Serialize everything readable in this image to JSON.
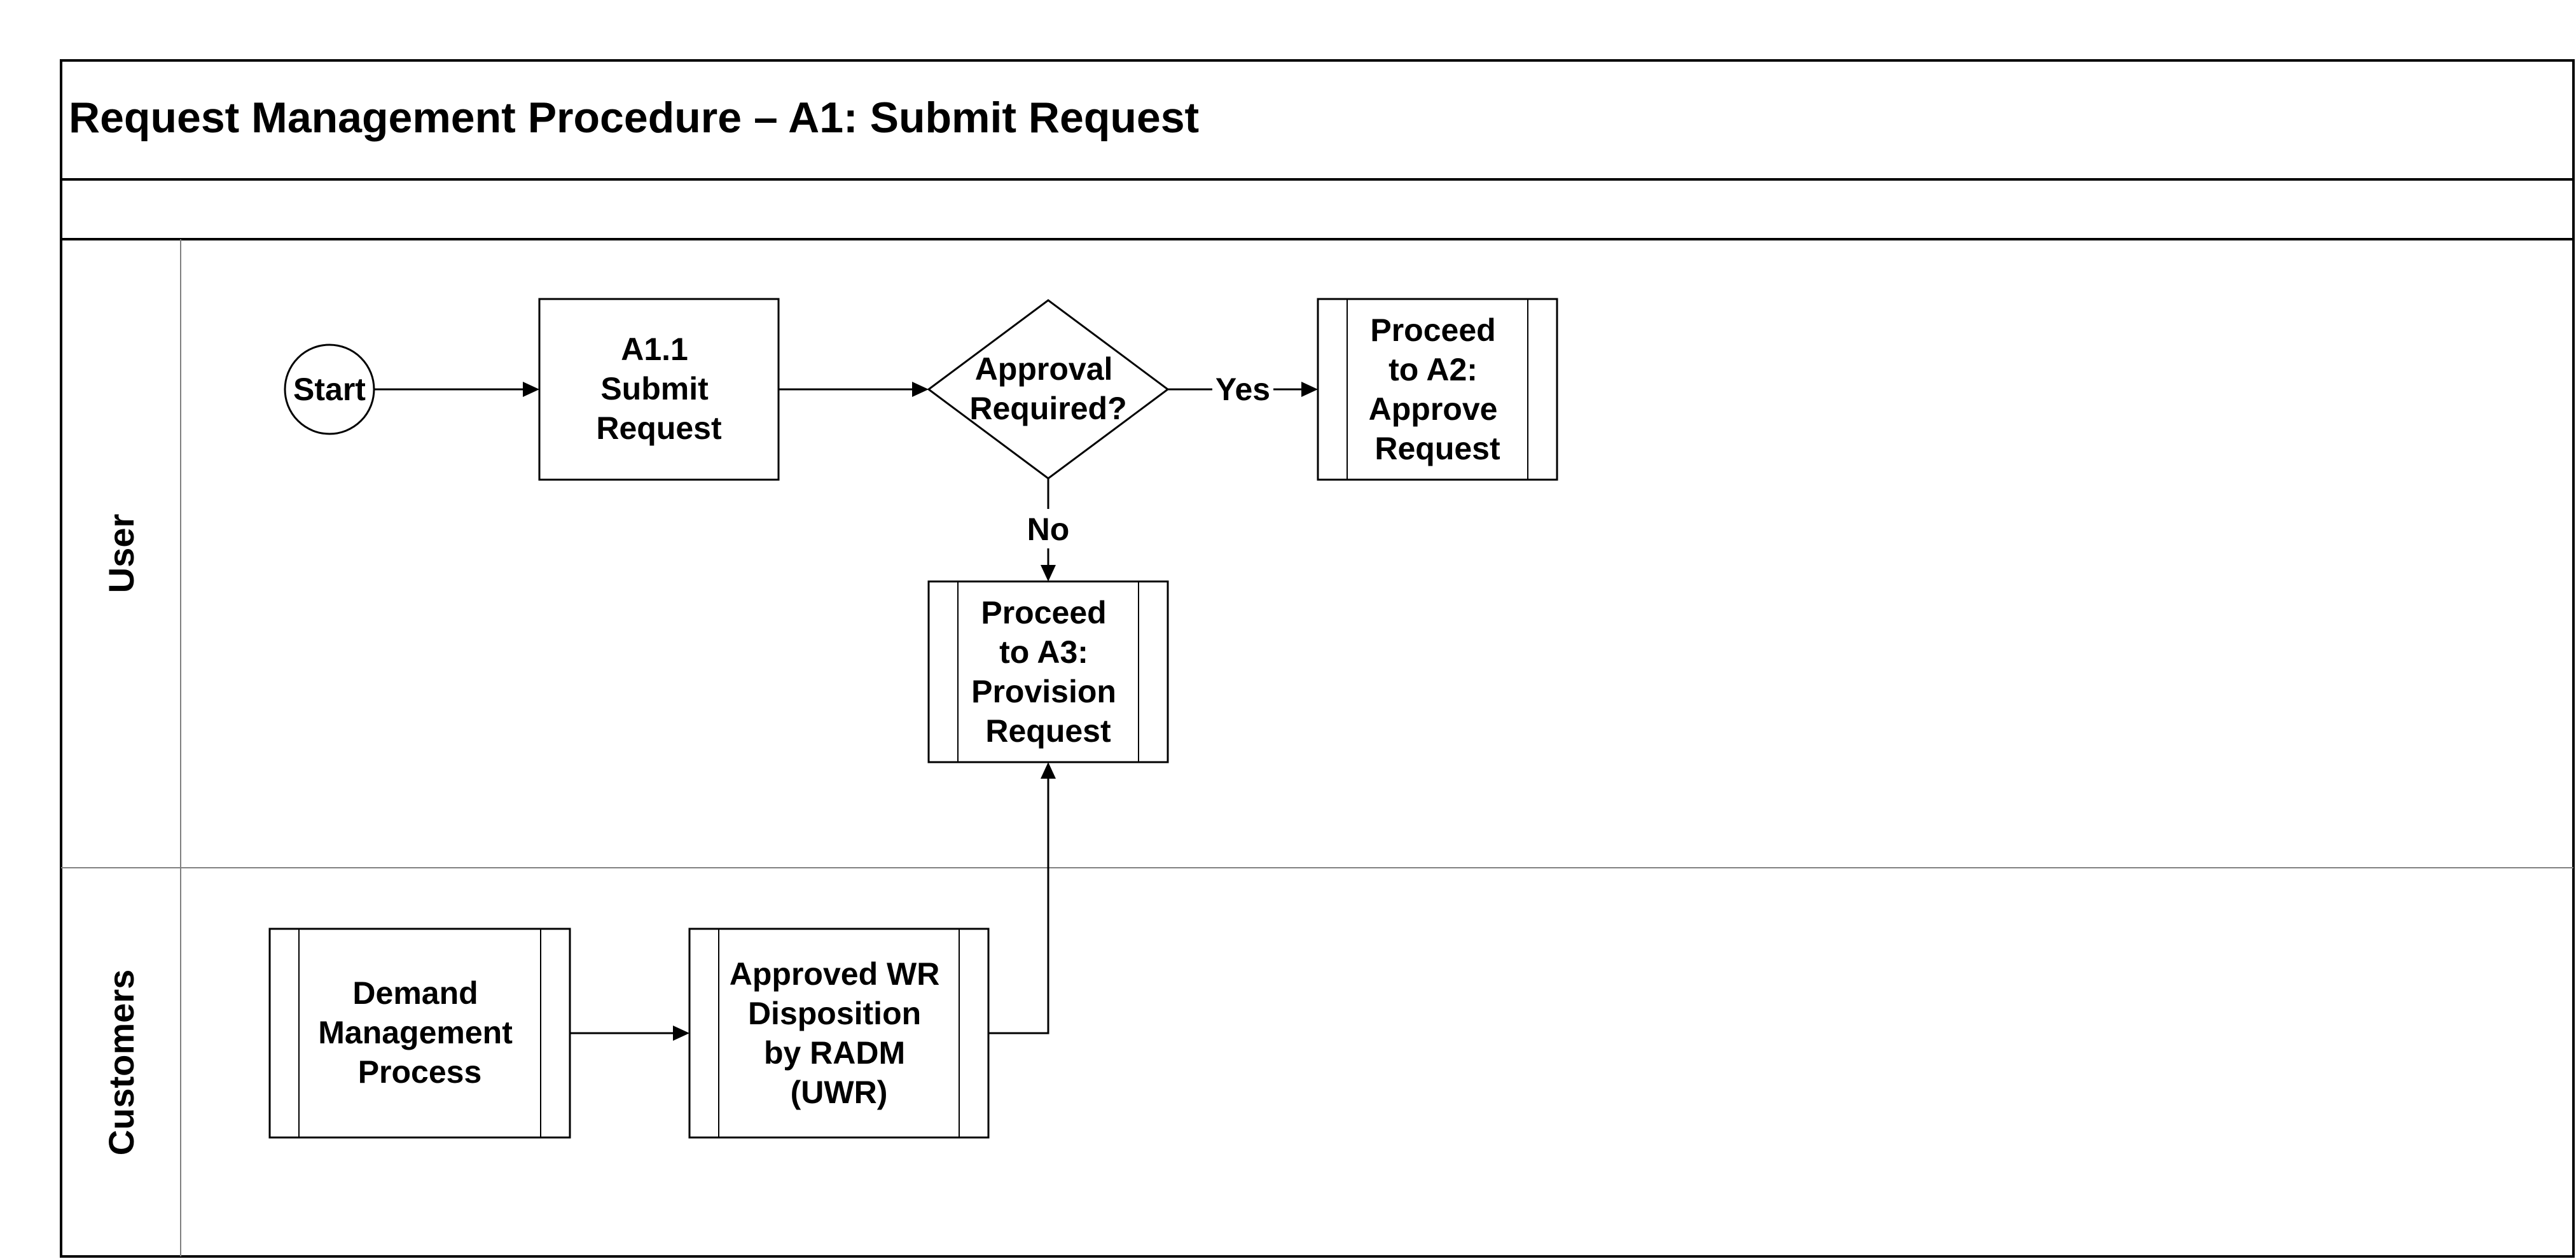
{
  "title": "Request Management Procedure – A1: Submit Request",
  "lanes": [
    {
      "label": "User"
    },
    {
      "label": "Customers"
    }
  ],
  "nodes": {
    "start": {
      "lines": [
        "Start"
      ]
    },
    "a11": {
      "lines": [
        "A1.1",
        "Submit",
        "Request"
      ]
    },
    "decision": {
      "lines": [
        "Approval",
        "Required?"
      ]
    },
    "a2": {
      "lines": [
        "Proceed",
        "to A2:",
        "Approve",
        "Request"
      ]
    },
    "a3": {
      "lines": [
        "Proceed",
        "to A3:",
        "Provision",
        "Request"
      ]
    },
    "demand": {
      "lines": [
        "Demand",
        "Management",
        "Process"
      ]
    },
    "uwr": {
      "lines": [
        "Approved WR",
        "Disposition",
        "by RADM",
        "(UWR)"
      ]
    }
  },
  "edges": {
    "yes": "Yes",
    "no": "No"
  }
}
